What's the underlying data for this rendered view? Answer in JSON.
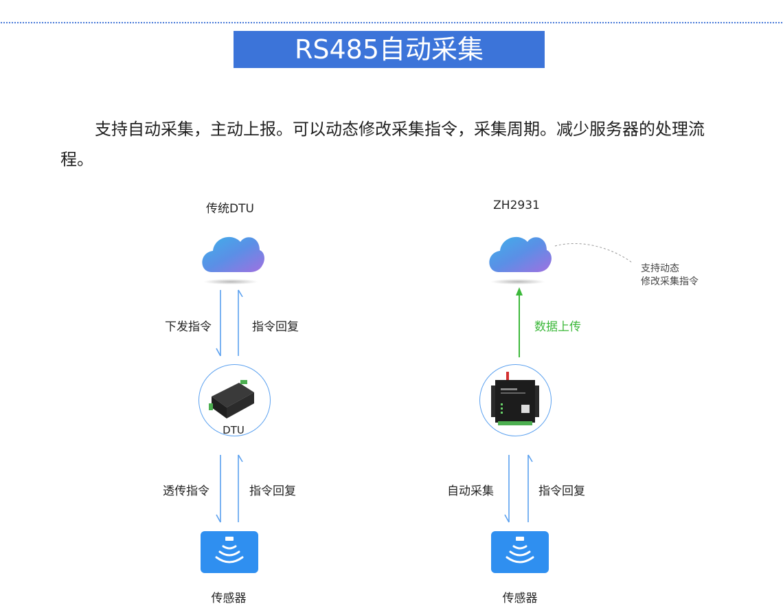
{
  "title": "RS485自动采集",
  "intro": "支持自动采集，主动上报。可以动态修改采集指令，采集周期。减少服务器的处理流程。",
  "left": {
    "heading": "传统DTU",
    "down_label": "下发指令",
    "up_label": "指令回复",
    "device_label": "DTU",
    "down_label2": "透传指令",
    "up_label2": "指令回复",
    "sensor_label": "传感器"
  },
  "right": {
    "heading": "ZH2931",
    "upload_label": "数据上传",
    "note_line1": "支持动态",
    "note_line2": "修改采集指令",
    "down_label2": "自动采集",
    "up_label2": "指令回复",
    "sensor_label": "传感器"
  },
  "colors": {
    "accent": "#3c74d9",
    "arrow_blue": "#5aa0ef",
    "arrow_green": "#3cb83a",
    "sensor_bg": "#2f8ff0"
  },
  "icons": [
    "cloud-icon",
    "dtu-device-icon",
    "zh2931-device-icon",
    "sensor-icon"
  ]
}
